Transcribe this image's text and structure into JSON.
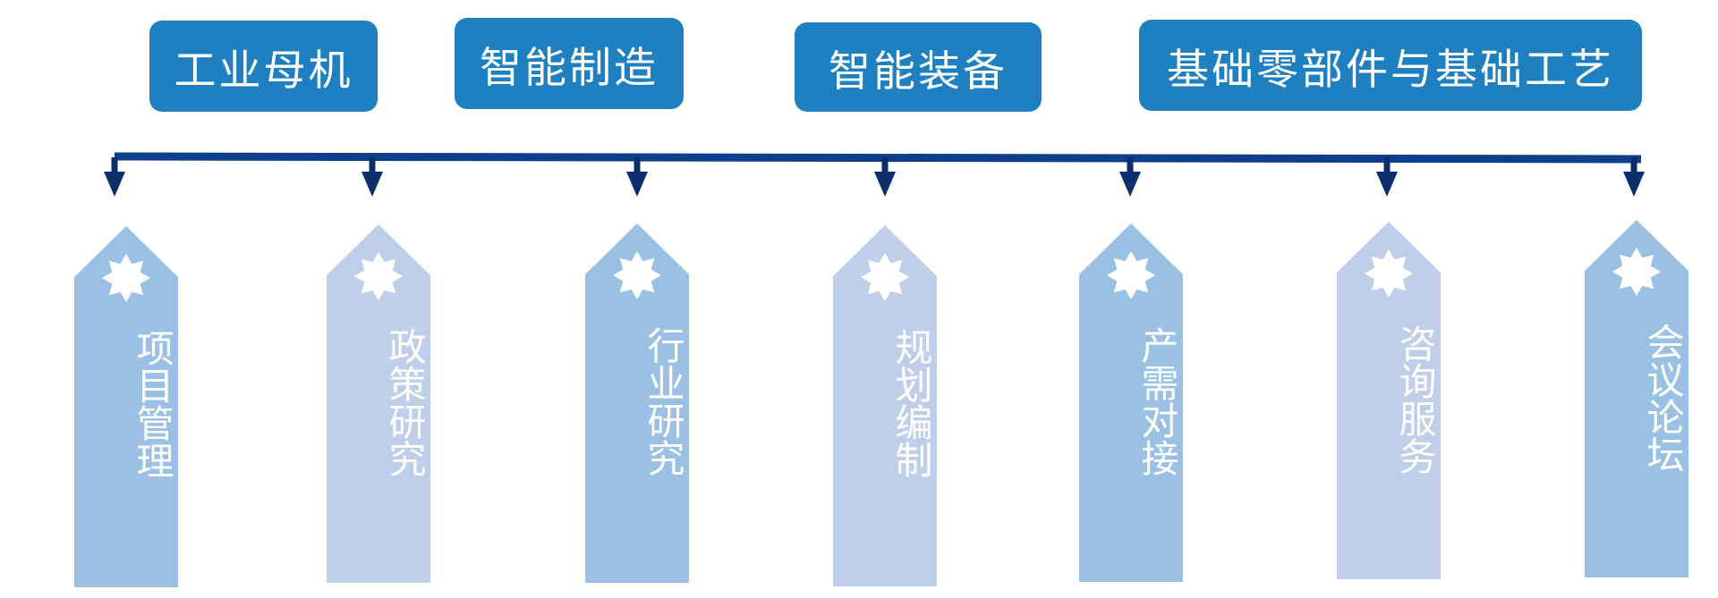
{
  "categories": [
    {
      "label": "工业母机"
    },
    {
      "label": "智能制造"
    },
    {
      "label": "智能装备"
    },
    {
      "label": "基础零部件与基础工艺"
    }
  ],
  "services": [
    {
      "label": "项目管理",
      "color": "#9ac1e3"
    },
    {
      "label": "政策研究",
      "color": "#c0cfe9"
    },
    {
      "label": "行业研究",
      "color": "#9ac1e3"
    },
    {
      "label": "规划编制",
      "color": "#c0cfe9"
    },
    {
      "label": "产需对接",
      "color": "#9ac1e3"
    },
    {
      "label": "咨询服务",
      "color": "#c0cfe9"
    },
    {
      "label": "会议论坛",
      "color": "#9ac1e3"
    }
  ],
  "colors": {
    "header_box": "#1e80c1",
    "connector": "#0f3f8c",
    "arrow": "#0c2e6b",
    "star": "#ffffff"
  },
  "icons": {
    "pillar_badge": "star-icon",
    "arrow": "arrow-down-icon"
  }
}
